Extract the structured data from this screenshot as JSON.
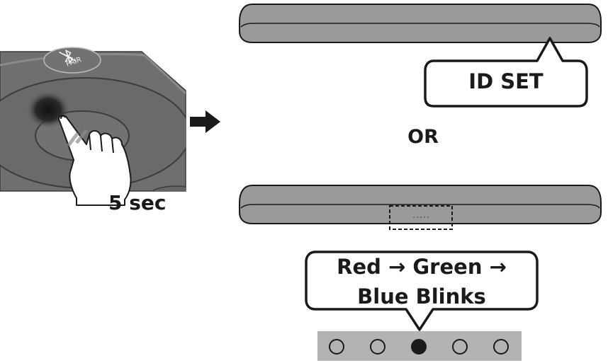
{
  "remote": {
    "pair_label": "PAIR",
    "hold_time_label": "5 sec"
  },
  "soundbar_top": {
    "display_message": "ID SET"
  },
  "separator": {
    "or_label": "OR"
  },
  "soundbar_bottom": {
    "led_status_line1": "Red → Green →",
    "led_status_line2": "Blue Blinks",
    "indicator_lights": {
      "count": 5,
      "active_index": 2
    }
  },
  "colors": {
    "soundbar_body": "#9a9a9a",
    "remote_body": "#6e6e6e",
    "outline": "#1a1a1a",
    "led_strip": "#b3b3b3"
  }
}
